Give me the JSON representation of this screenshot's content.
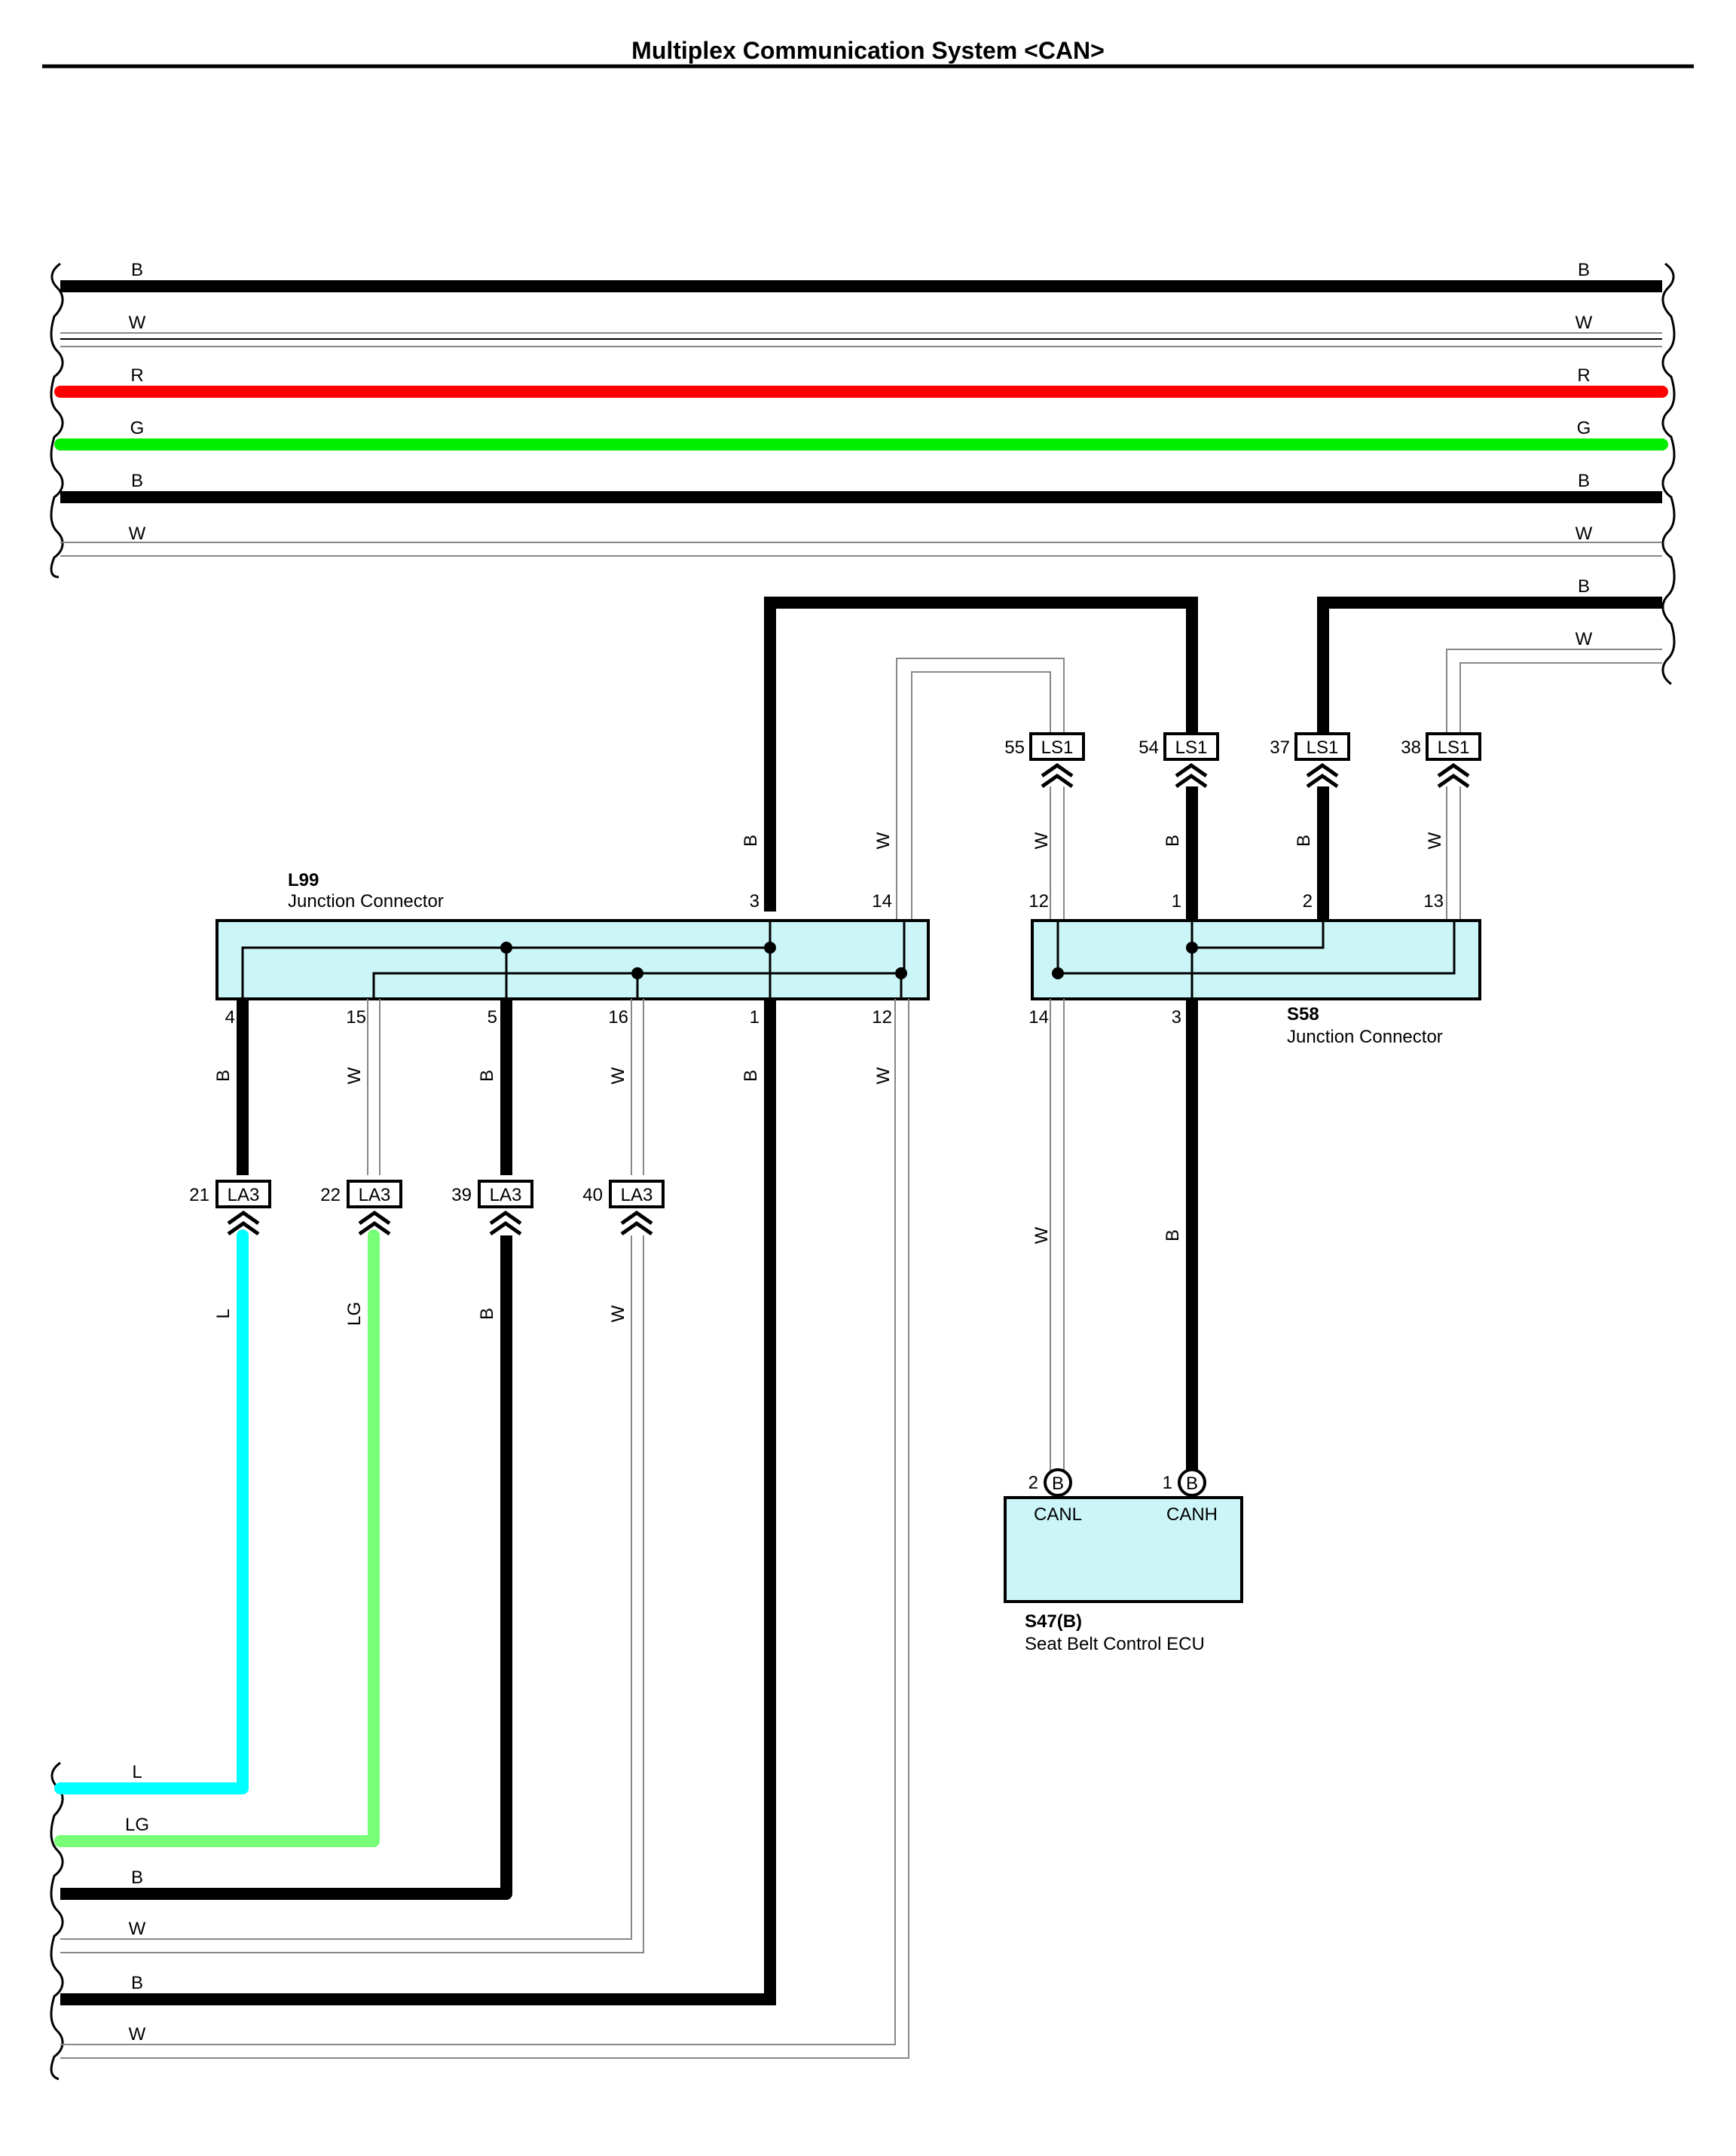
{
  "title": "Multiplex Communication System <CAN>",
  "wire_color_codes": {
    "B": "#000000",
    "W": "#ffffff",
    "R": "#ff0000",
    "G": "#00ee00",
    "L": "#00ffff",
    "LG": "#77ff77"
  },
  "bus_labels": [
    "B",
    "W",
    "R",
    "G",
    "B",
    "W"
  ],
  "right_extra_labels": [
    "B",
    "W"
  ],
  "bottom_labels": [
    "L",
    "LG",
    "B",
    "W",
    "B",
    "W"
  ],
  "junction_l99": {
    "code": "L99",
    "desc": "Junction Connector",
    "top_pins": [
      "3",
      "14"
    ],
    "bottom_pins": [
      "4",
      "15",
      "5",
      "16",
      "1",
      "12"
    ]
  },
  "junction_s58": {
    "code": "S58",
    "desc": "Junction Connector",
    "top_pins": [
      "12",
      "1",
      "2",
      "13"
    ],
    "bottom_pins": [
      "14",
      "3"
    ]
  },
  "ls1_connectors": [
    {
      "pin": "55",
      "name": "LS1"
    },
    {
      "pin": "54",
      "name": "LS1"
    },
    {
      "pin": "37",
      "name": "LS1"
    },
    {
      "pin": "38",
      "name": "LS1"
    }
  ],
  "la3_connectors": [
    {
      "pin": "21",
      "name": "LA3"
    },
    {
      "pin": "22",
      "name": "LA3"
    },
    {
      "pin": "39",
      "name": "LA3"
    },
    {
      "pin": "40",
      "name": "LA3"
    }
  ],
  "ecu": {
    "code": "S47(B)",
    "desc": "Seat Belt Control ECU",
    "pins": [
      {
        "num": "2",
        "letter": "B",
        "signal": "CANL"
      },
      {
        "num": "1",
        "letter": "B",
        "signal": "CANH"
      }
    ]
  },
  "vertical_wire_labels": {
    "l99_upper": [
      "B",
      "W"
    ],
    "ls1_upper": [
      "W",
      "B",
      "B",
      "W"
    ],
    "l99_lower": [
      "B",
      "W",
      "B",
      "W",
      "B",
      "W"
    ],
    "la3_lower": [
      "L",
      "LG",
      "B",
      "W"
    ],
    "s58_lower": [
      "W",
      "B"
    ]
  }
}
